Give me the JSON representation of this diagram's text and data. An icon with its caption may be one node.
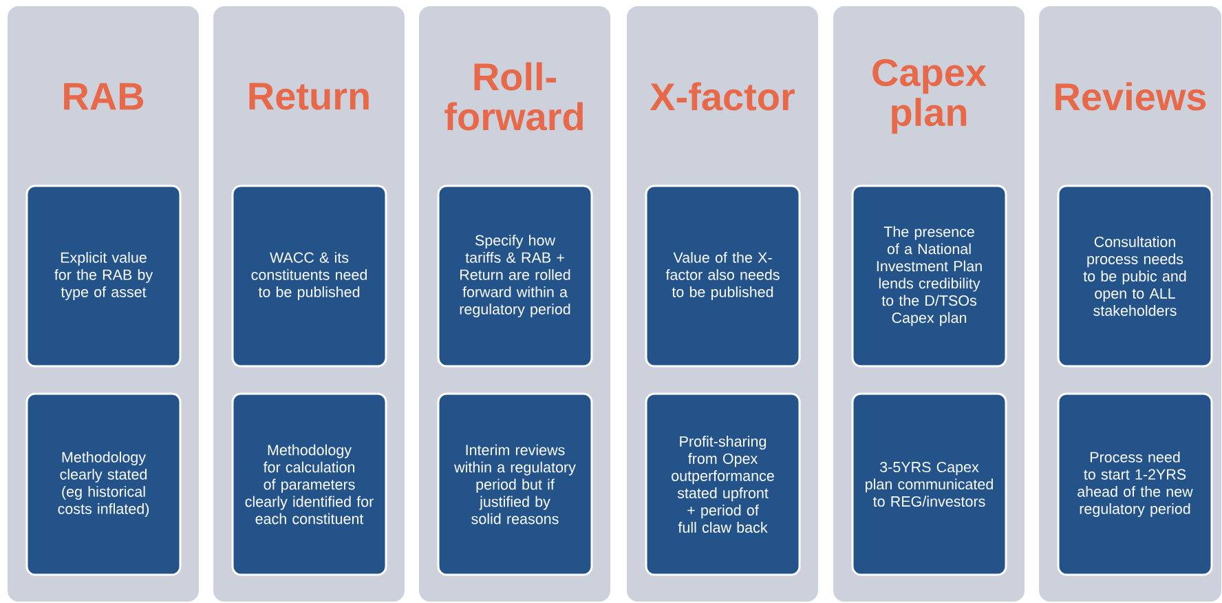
{
  "diagram": {
    "nodes": [
      {
        "text": [
          "RAB"
        ]
      },
      {
        "text": [
          "Explicit value for the RAB by type of asset"
        ],
        "in": 0
      },
      {
        "text": [
          "Methodology clearly stated (eg historical costs inflated)"
        ],
        "in": 0
      },
      {
        "text": [
          "Return"
        ]
      },
      {
        "text": [
          "WACC & its constituents need to be published"
        ],
        "in": 3
      },
      {
        "text": [
          "Methodology for calculation of parameters clearly identified for each constituent"
        ],
        "in": 3
      },
      {
        "text": [
          "Roll-forward"
        ]
      },
      {
        "text": [
          "Specify how tariffs & RAB + Return are rolled forward within a regulatory period"
        ],
        "in": 6
      },
      {
        "text": [
          "Interim reviews within a regulatory period but if justified by solid reasons"
        ],
        "in": 6
      },
      {
        "text": [
          "X-factor"
        ]
      },
      {
        "text": [
          "Value of the X-factor also needs to be published"
        ],
        "in": 9
      },
      {
        "text": [
          "Profit-sharing from Opex outperformance stated upfront + period of full claw back"
        ],
        "in": 9
      },
      {
        "text": [
          "Capex plan"
        ]
      },
      {
        "text": [
          "The presence of a National Investment Plan lends credibility to the D/TSOs Capex plan"
        ],
        "in": 12
      },
      {
        "text": [
          "3-5YRS Capex plan communicated to REG/investors"
        ],
        "in": 12
      },
      {
        "text": [
          "Reviews"
        ]
      },
      {
        "text": [
          "Consultation process needs to be pubic and open to ALL stakeholders"
        ],
        "in": 15
      },
      {
        "text": [
          "Process need to start 1-2YRS ahead of the new regulatory period"
        ],
        "in": 15
      }
    ]
  }
}
